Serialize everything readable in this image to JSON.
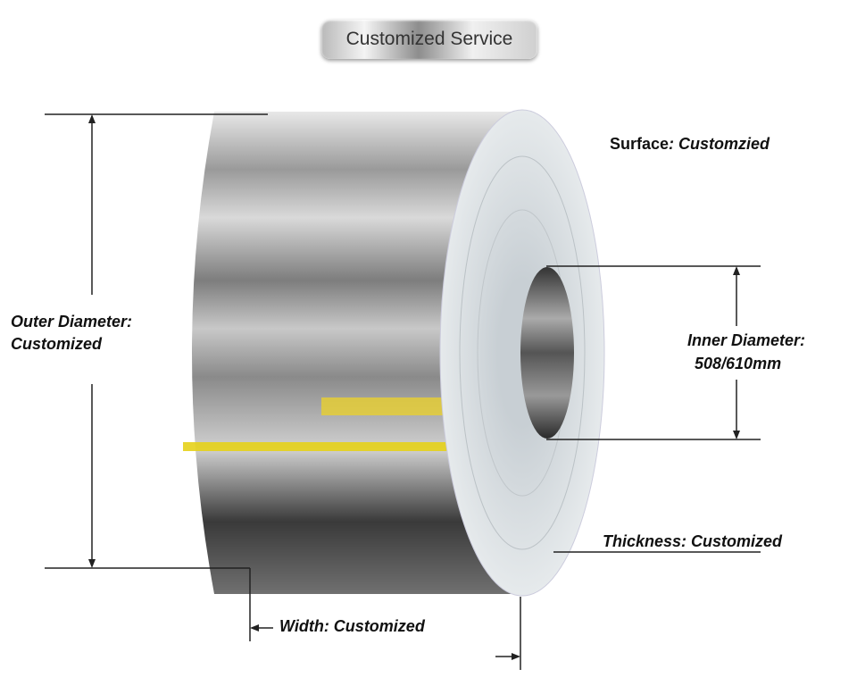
{
  "title": "Customized Service",
  "labels": {
    "outer_diameter": "Outer Diameter:",
    "outer_diameter_value": "Customized",
    "surface": "Surface",
    "surface_value": ": Customzied",
    "inner_diameter": "Inner Diameter:",
    "inner_diameter_value": "508/610mm",
    "thickness": "Thickness: Customized",
    "width": "Width: Customized"
  }
}
